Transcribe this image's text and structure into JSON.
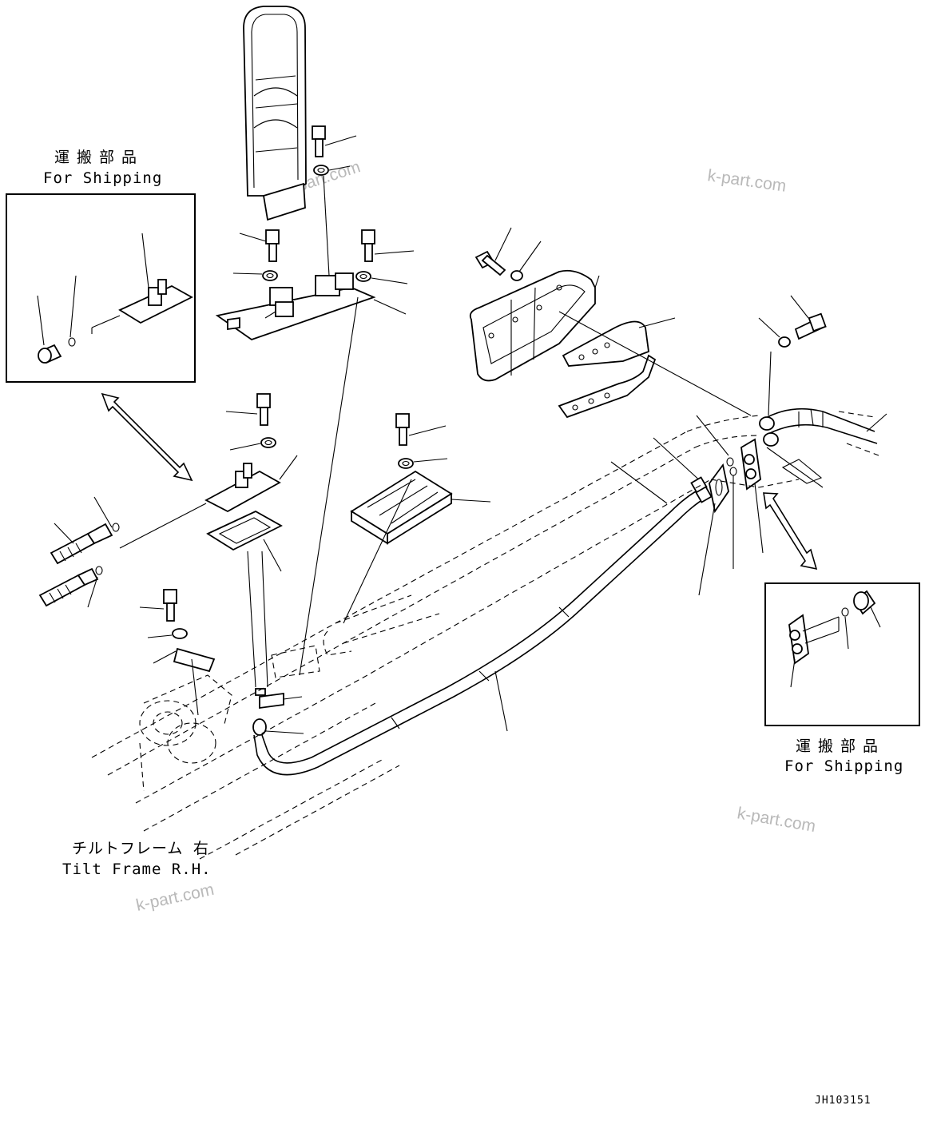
{
  "labels": {
    "shipping_left_jp": "運搬部品",
    "shipping_left_en": "For Shipping",
    "shipping_right_jp": "運搬部品",
    "shipping_right_en": "For Shipping",
    "tilt_frame_jp": "チルトフレーム 右",
    "tilt_frame_en": "Tilt Frame R.H.",
    "drawing_code": "JH103151"
  },
  "watermarks": [
    "k-part.com",
    "k-part.com",
    "k-part.com",
    "k-part.com"
  ],
  "colors": {
    "line": "#000000",
    "watermark": "#b9b9b9",
    "background": "#ffffff"
  }
}
